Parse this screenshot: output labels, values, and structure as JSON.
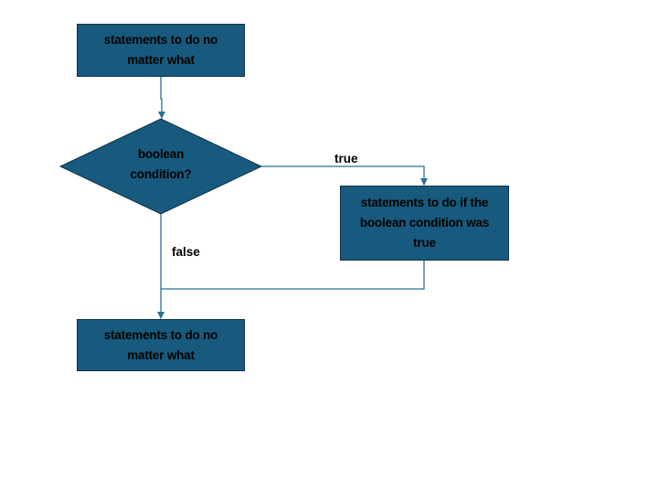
{
  "flowchart": {
    "start_box": {
      "text": "statements to do no matter what"
    },
    "decision": {
      "text": "boolean condition?"
    },
    "true_box": {
      "text": "statements to do if the boolean condition was true"
    },
    "end_box": {
      "text": "statements to do no matter what"
    },
    "edge_labels": {
      "true": "true",
      "false": "false"
    }
  },
  "colors": {
    "shape_fill": "#175a7d",
    "shape_border": "#0c3247",
    "connector": "#2b6f95"
  }
}
